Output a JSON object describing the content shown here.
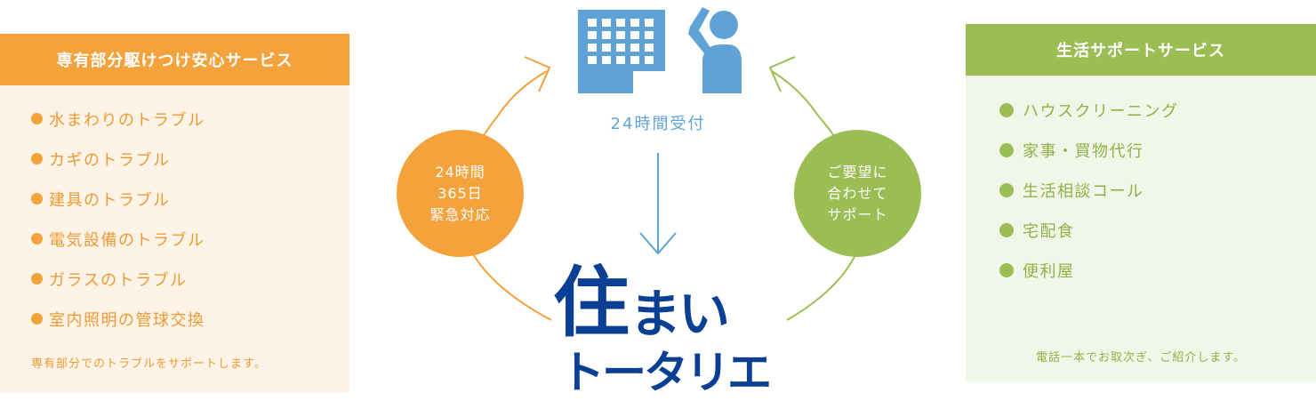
{
  "left_panel": {
    "title": "専有部分駆けつけ安心サービス",
    "items": [
      "水まわりのトラブル",
      "カギのトラブル",
      "建具のトラブル",
      "電気設備のトラブル",
      "ガラスのトラブル",
      "室内照明の管球交換"
    ],
    "note": "専有部分でのトラブルをサポートします。"
  },
  "right_panel": {
    "title": "生活サポートサービス",
    "items": [
      "ハウスクリーニング",
      "家事・買物代行",
      "生活相談コール",
      "宅配食",
      "便利屋"
    ],
    "note": "電話一本でお取次ぎ、ご紹介します。"
  },
  "center": {
    "reception_label": "24時間受付",
    "left_circle_lines": [
      "24時間",
      "365日",
      "緊急対応"
    ],
    "right_circle_lines": [
      "ご要望に",
      "合わせて",
      "サポート"
    ],
    "logo_line1_a": "住",
    "logo_line1_b": "まい",
    "logo_line2": "トータリエ"
  },
  "colors": {
    "orange": "#f3a23c",
    "green": "#9bbe54",
    "blue": "#5fa3d6",
    "logo_navy": "#0a3f94"
  },
  "icons": [
    "building-icon",
    "person-phone-icon",
    "arrow-down-icon"
  ]
}
